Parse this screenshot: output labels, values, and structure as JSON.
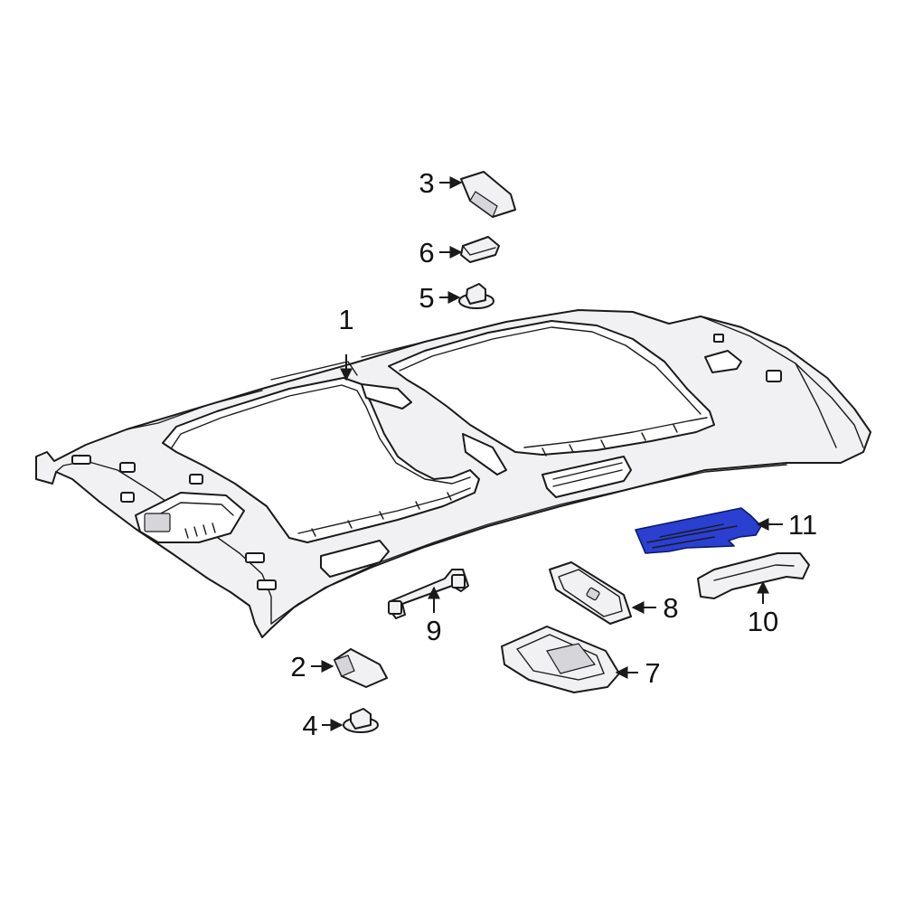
{
  "diagram": {
    "highlight_color": "#2b3fd1",
    "callouts": [
      {
        "id": "1",
        "label": "1"
      },
      {
        "id": "2",
        "label": "2"
      },
      {
        "id": "3",
        "label": "3"
      },
      {
        "id": "4",
        "label": "4"
      },
      {
        "id": "5",
        "label": "5"
      },
      {
        "id": "6",
        "label": "6"
      },
      {
        "id": "7",
        "label": "7"
      },
      {
        "id": "8",
        "label": "8"
      },
      {
        "id": "9",
        "label": "9"
      },
      {
        "id": "10",
        "label": "10"
      },
      {
        "id": "11",
        "label": "11"
      }
    ]
  }
}
